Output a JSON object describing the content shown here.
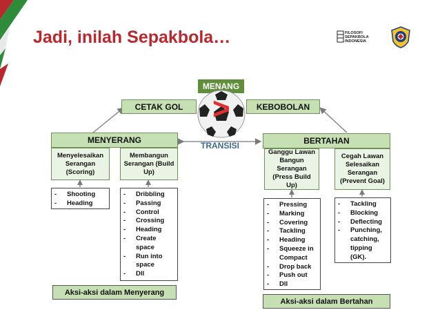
{
  "slide": {
    "title": "Jadi, inilah Sepakbola…",
    "logo_lines": [
      "FILOSOFI",
      "SEPAKBOLA",
      "INDONESIA"
    ]
  },
  "top": {
    "menang": "MENANG",
    "gt_symbol": ">",
    "left_label": "CETAK GOL",
    "right_label": "KEBOBOLAN",
    "transisi": "TRANSISI"
  },
  "left": {
    "header": "MENYERANG",
    "sub1": "Menyelesaikan Serangan (Scoring)",
    "sub2": "Membangun Serangan (Build Up)",
    "list1": [
      "Shooting",
      "Heading"
    ],
    "list2": [
      "Dribbling",
      "Passing",
      "Control",
      "Crossing",
      "Heading",
      "Create space",
      "Run into space",
      "Dll"
    ],
    "footer": "Aksi-aksi dalam Menyerang"
  },
  "right": {
    "header": "BERTAHAN",
    "sub1": "Ganggu Lawan Bangun Serangan (Press Build Up)",
    "sub2": "Cegah Lawan Selesaikan Serangan (Prevent Goal)",
    "list1": [
      "Pressing",
      "Marking",
      "Covering",
      "Tackling",
      "Heading",
      "Squeeze in Compact",
      "Drop back",
      "Push out",
      "Dll"
    ],
    "list2": [
      "Tackling",
      "Blocking",
      "Deflecting",
      "Punching, catching, tipping (GK)."
    ],
    "footer": "Aksi-aksi dalam Bertahan"
  },
  "colors": {
    "title": "#b8282d",
    "box_header": "#c6e0b4",
    "box_sub": "#eaf4e4",
    "menang_bg": "#5f8f3b",
    "transisi_text": "#3b6b8f",
    "arrow": "#7a7a7a"
  },
  "icons": [
    "corner-decoration",
    "soccer-ball-icon",
    "filosofi-logo-icon",
    "pssi-emblem-icon"
  ]
}
